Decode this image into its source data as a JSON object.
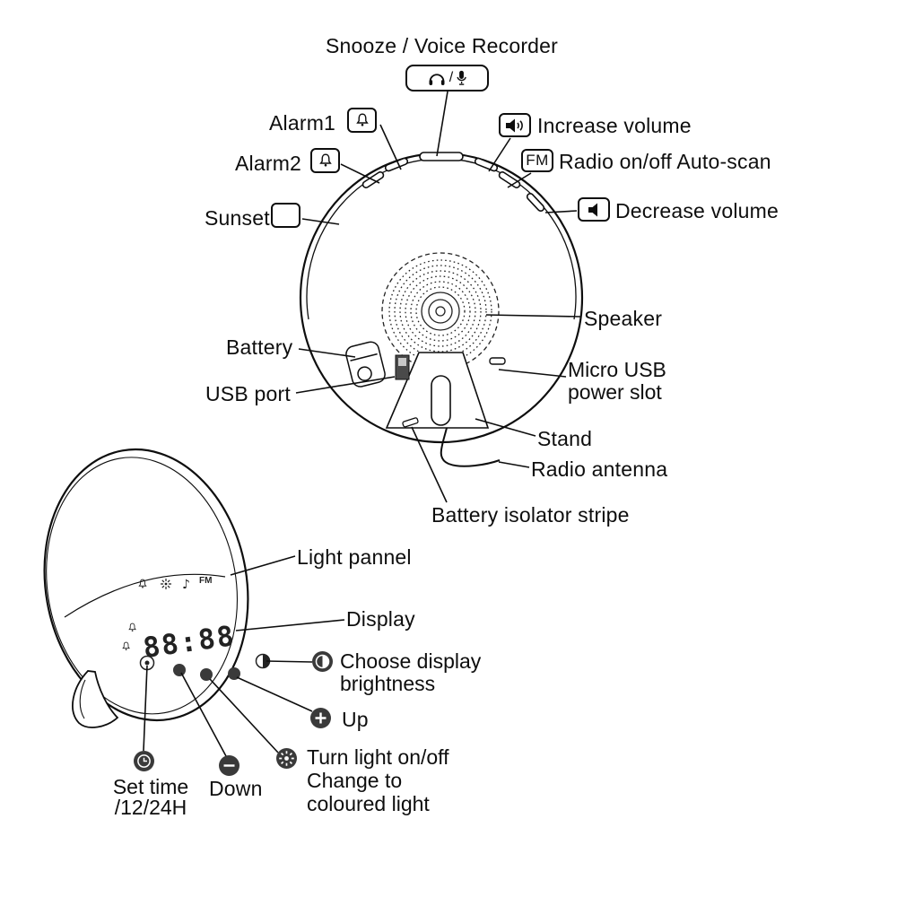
{
  "colors": {
    "ink": "#0e0e0e",
    "button_fill": "#3a3a3a"
  },
  "icons": {
    "snooze": [
      "headset-icon",
      "microphone-icon"
    ],
    "alarm": "bell-icon",
    "sunset": "moon-icon",
    "increase_volume": "speaker-waves-icon",
    "decrease_volume": "speaker-icon",
    "brightness": "contrast-icon",
    "up": "plus-icon",
    "light": "sun-icon",
    "down": "minus-icon",
    "set_time": "clock-icon"
  },
  "figure": {
    "back_view": {
      "snooze_label": "Snooze / Voice Recorder",
      "snooze_separator": "/",
      "alarm1_label": "Alarm1",
      "alarm2_label": "Alarm2",
      "sunset_label": "Sunset",
      "increase_volume_label": "Increase volume",
      "fm_badge": "FM",
      "radio_label": "Radio on/off Auto-scan",
      "decrease_volume_label": "Decrease volume",
      "speaker_label": "Speaker",
      "micro_usb_line1": "Micro USB",
      "micro_usb_line2": "power slot",
      "stand_label": "Stand",
      "radio_antenna_label": "Radio antenna",
      "battery_isolator_label": "Battery isolator stripe",
      "battery_label": "Battery",
      "usb_port_label": "USB port"
    },
    "front_view": {
      "light_panel_label": "Light pannel",
      "display_label": "Display",
      "display_time": "88:88",
      "display_fm_text": "FM",
      "display_note_glyph": "♪",
      "choose_brightness_line1": "Choose display",
      "choose_brightness_line2": "brightness",
      "up_label": "Up",
      "turn_light_line1": "Turn light on/off",
      "turn_light_line2": "Change to",
      "turn_light_line3": "coloured light",
      "down_label": "Down",
      "set_time_line1": "Set time",
      "set_time_line2": "/12/24H"
    }
  }
}
